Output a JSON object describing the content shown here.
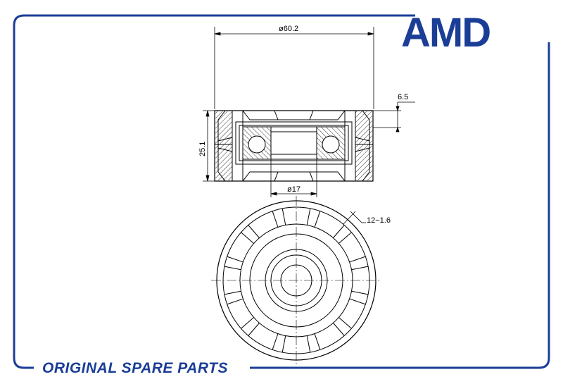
{
  "brand": {
    "logo": "AMD",
    "tagline": "ORIGINAL SPARE PARTS",
    "color": "#1a3d96"
  },
  "drawing": {
    "line_color": "#000000",
    "dimensions": {
      "outer_diameter": "ø60.2",
      "width": "25.1",
      "inner_diameter": "ø17",
      "flange": "6.5",
      "rib": "12−1.6"
    }
  }
}
